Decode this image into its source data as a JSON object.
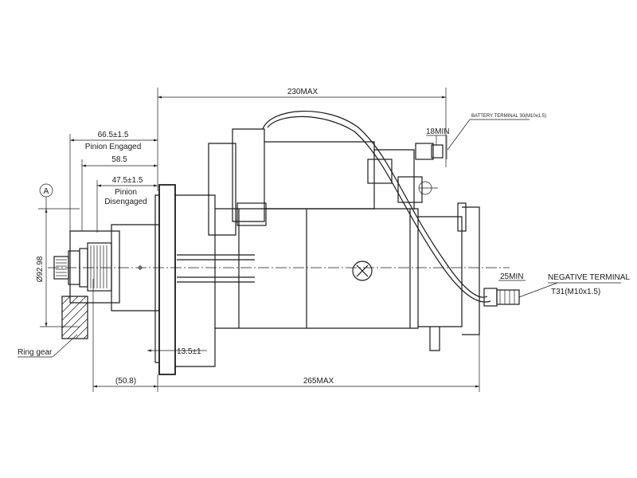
{
  "dimensions": {
    "overall_max": "230MAX",
    "pinion_engaged_value": "66.5±1.5",
    "pinion_engaged_label": "Pinion Engaged",
    "dim_58": "58.5",
    "pinion_disengaged_value": "47.5±1.5",
    "pinion_disengaged_label_1": "Pinion",
    "pinion_disengaged_label_2": "Disengaged",
    "diameter": "Ø92.98",
    "flange": "13.5±1",
    "offset": "(50.8)",
    "total_max": "265MAX",
    "battery_min": "18MIN",
    "negative_min": "25MIN"
  },
  "labels": {
    "datum": "A",
    "ring_gear": "Ring gear",
    "battery_terminal": "BATTERY TERMINAL 30(M10x1.5)",
    "negative_terminal_1": "NEGATIVE TERMINAL",
    "negative_terminal_2": "T31(M10x1.5)"
  }
}
